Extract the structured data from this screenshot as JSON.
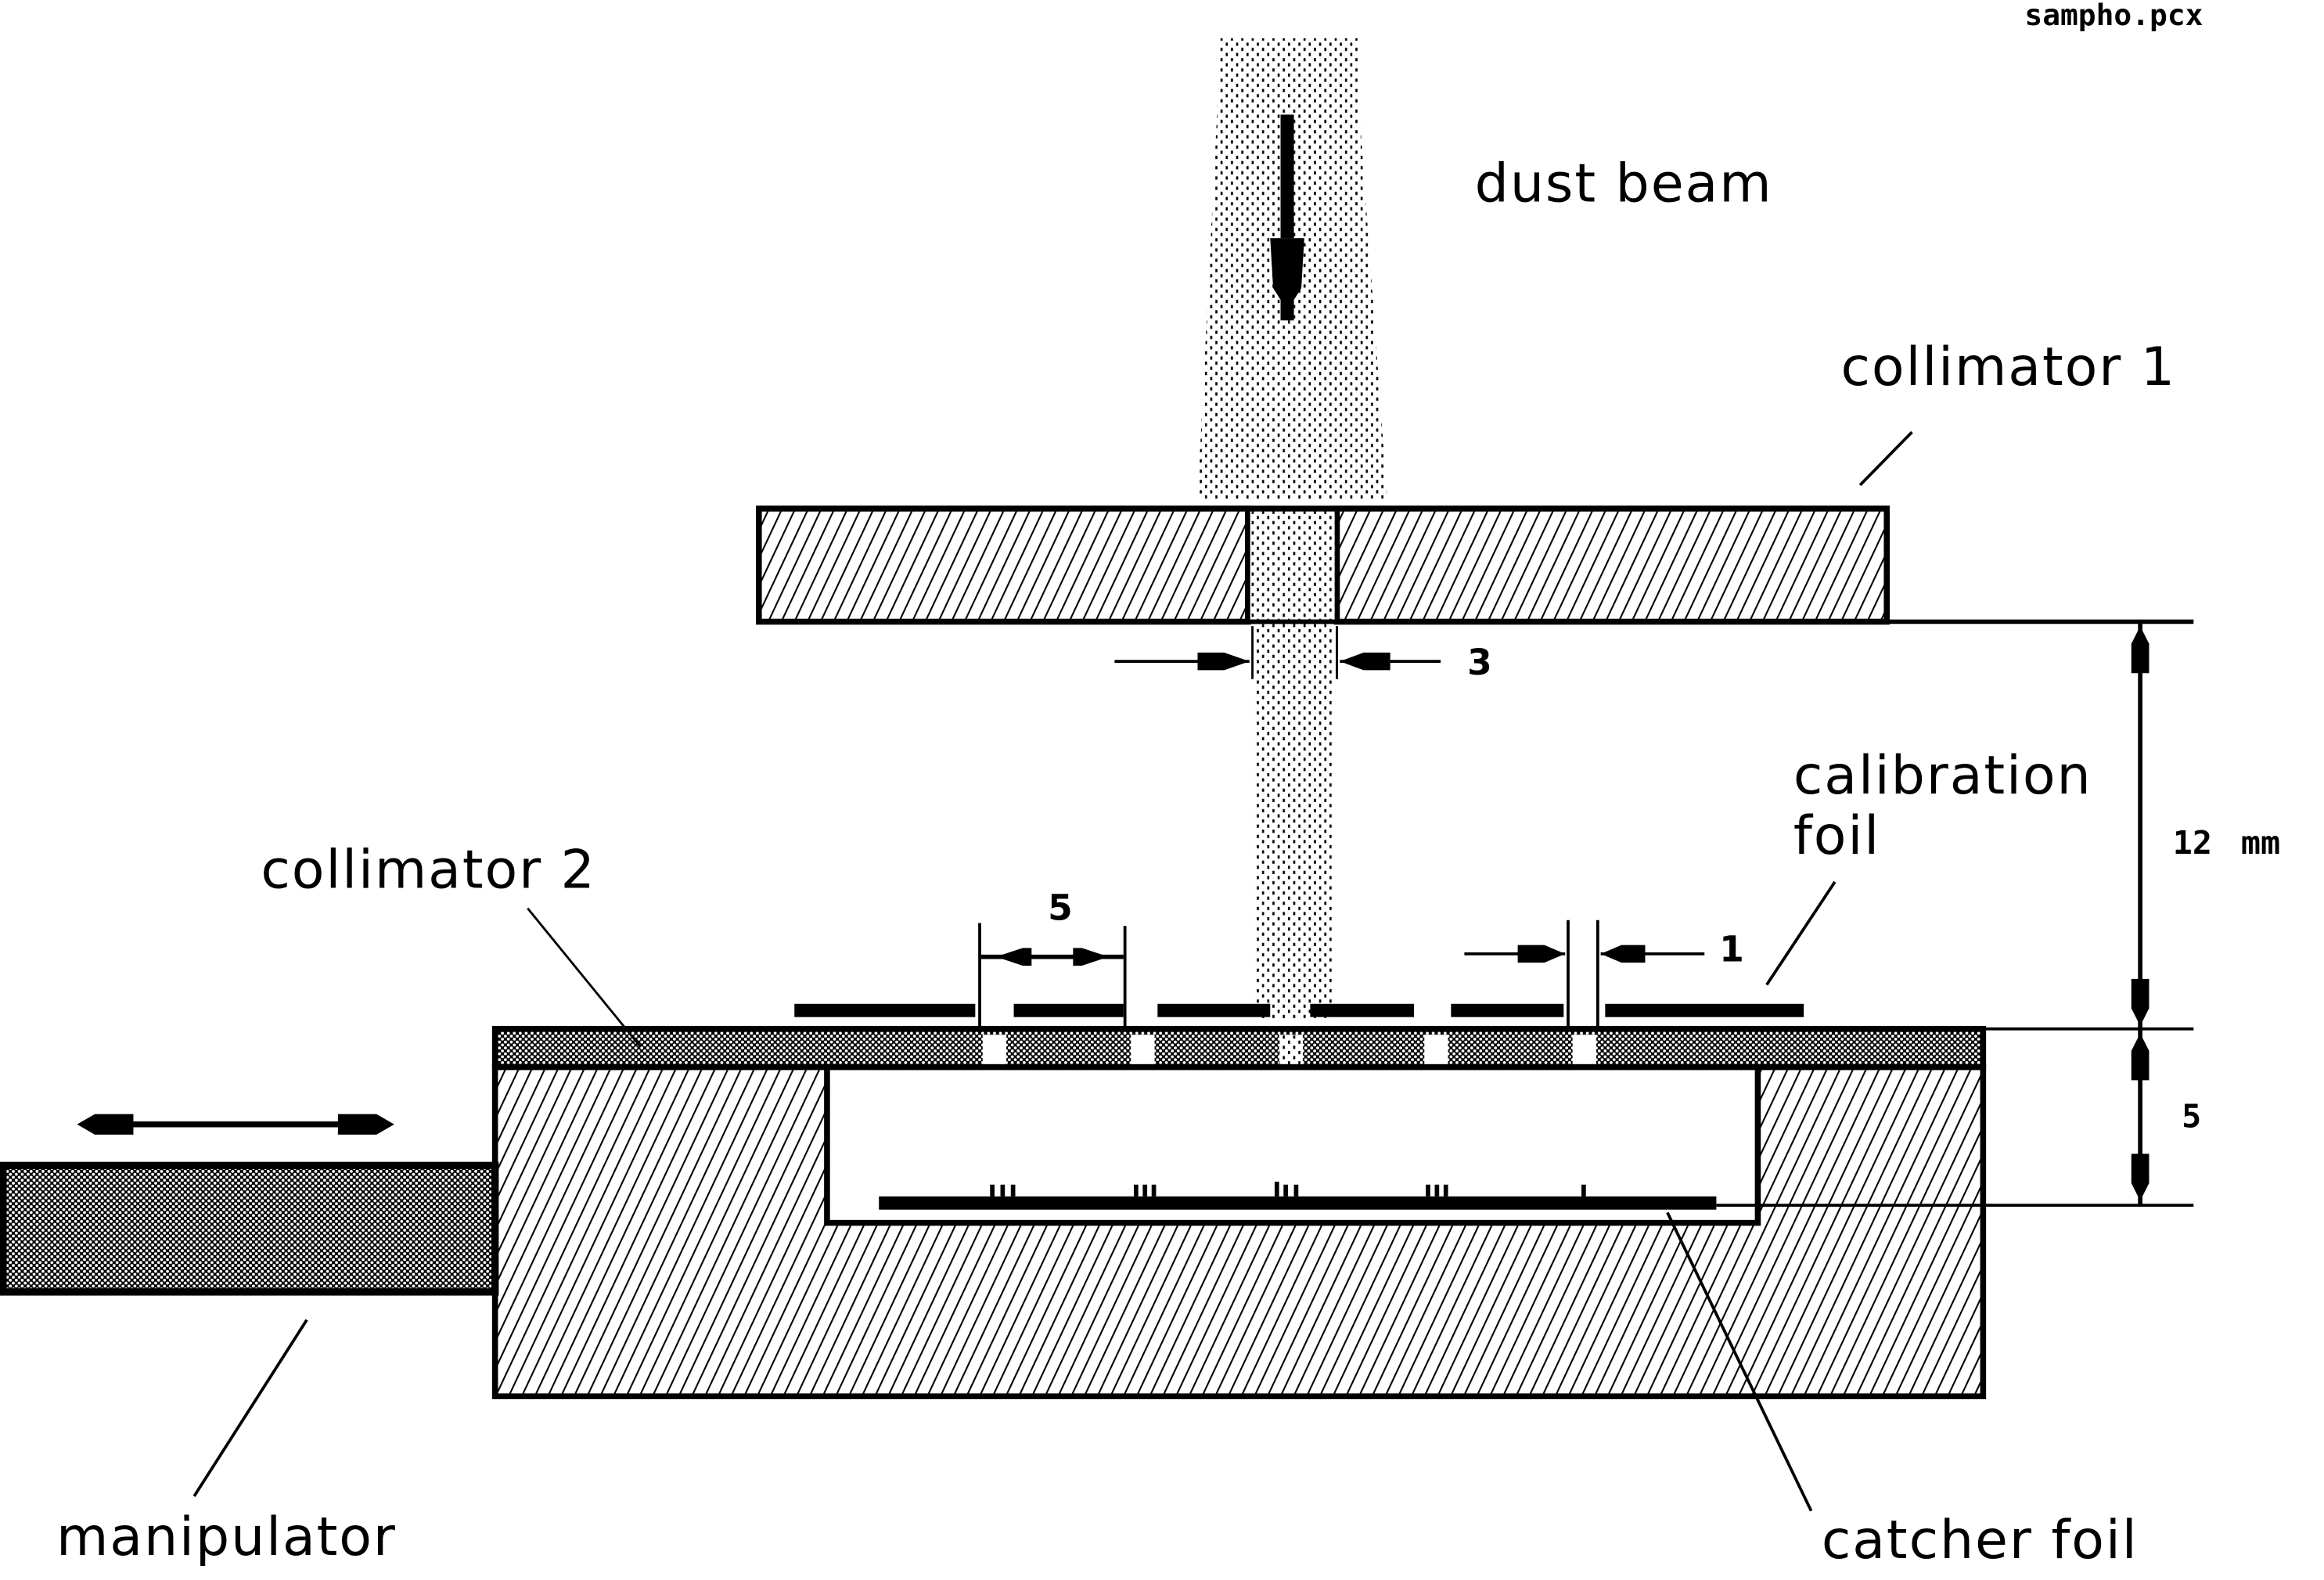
{
  "file_name": "sampho.pcx",
  "colors": {
    "ink": "#000000",
    "paper": "#ffffff"
  },
  "labels": {
    "dust_beam": "dust beam",
    "collimator_1": "collimator 1",
    "collimator_2": "collimator 2",
    "calibration_foil_line1": "calibration",
    "calibration_foil_line2": "foil",
    "manipulator": "manipulator",
    "catcher_foil": "catcher foil"
  },
  "dimensions": {
    "collimator_1_aperture": "3",
    "collimator_2_pitch": "5",
    "collimator_2_aperture": "1",
    "collimator_gap": "12",
    "gap_unit": "mm",
    "cavity_depth": "5"
  },
  "icons": {
    "beam_arrow": "arrow-down-icon",
    "manipulator_motion": "double-arrow-horizontal-icon"
  }
}
